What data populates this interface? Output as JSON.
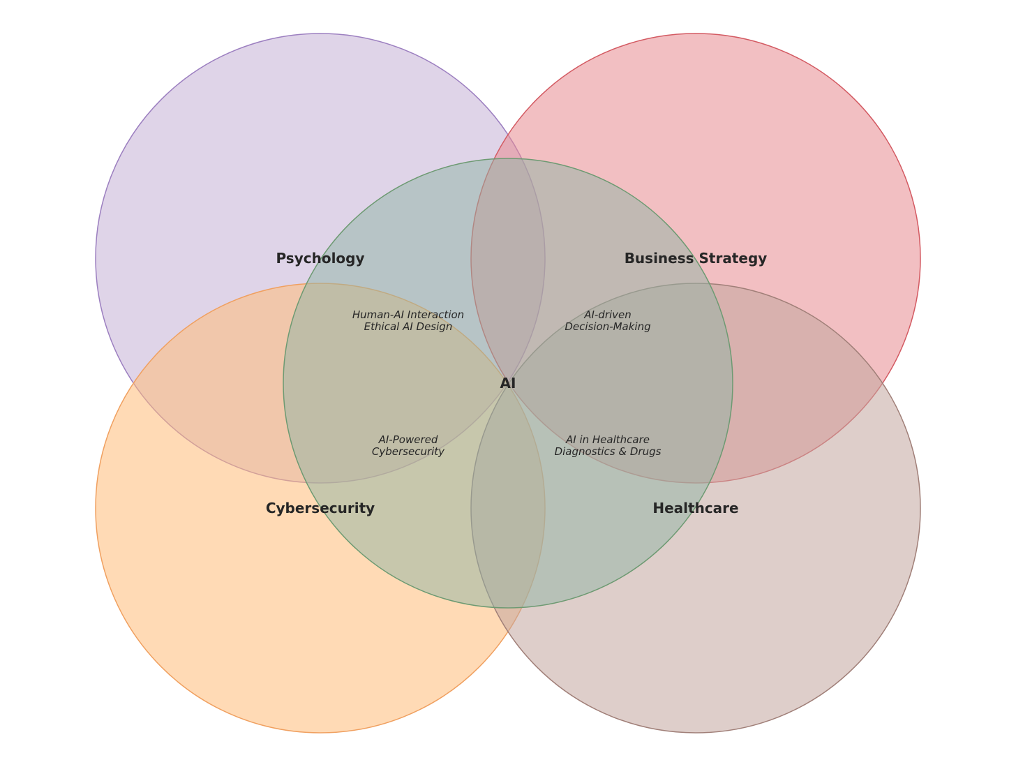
{
  "diagram": {
    "type": "venn",
    "center": {
      "label": "AI",
      "fill": "#8fb3a3",
      "stroke": "#6d9a72"
    },
    "sets": [
      {
        "id": "psychology",
        "label": "Psychology",
        "fill": "#c5b0d5",
        "stroke": "#9c7fc0"
      },
      {
        "id": "business",
        "label": "Business Strategy",
        "fill": "#e88a90",
        "stroke": "#d35a62"
      },
      {
        "id": "cybersecurity",
        "label": "Cybersecurity",
        "fill": "#ffbb78",
        "stroke": "#f0a060"
      },
      {
        "id": "healthcare",
        "label": "Healthcare",
        "fill": "#c2a59f",
        "stroke": "#a07f78"
      }
    ],
    "overlaps": [
      {
        "id": "psychology-ai",
        "lines": [
          "Human-AI Interaction",
          "Ethical AI Design"
        ]
      },
      {
        "id": "business-ai",
        "lines": [
          "AI-driven",
          "Decision-Making"
        ]
      },
      {
        "id": "cybersecurity-ai",
        "lines": [
          "AI-Powered",
          "Cybersecurity"
        ]
      },
      {
        "id": "healthcare-ai",
        "lines": [
          "AI in Healthcare",
          "Diagnostics & Drugs"
        ]
      }
    ]
  }
}
